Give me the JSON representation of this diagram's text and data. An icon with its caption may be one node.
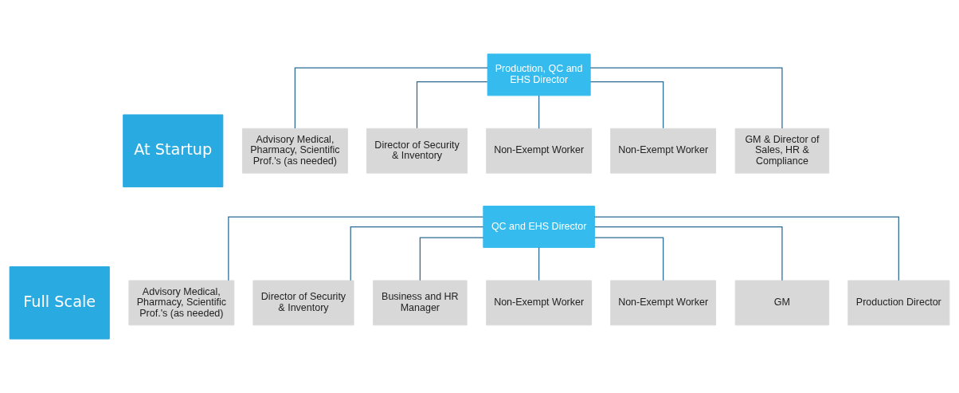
{
  "diagram": {
    "nodes": [
      {
        "text": [
          "At Startup"
        ]
      },
      {
        "text": [
          "Production, QC and EHS Director"
        ]
      },
      {
        "text": [
          "Advisory Medical, Pharmacy, Scientific Prof.'s (as needed)"
        ]
      },
      {
        "text": [
          "Director of Security & Inventory"
        ]
      },
      {
        "text": [
          "Non-Exempt Worker"
        ]
      },
      {
        "text": [
          "Non-Exempt Worker"
        ]
      },
      {
        "text": [
          "GM & Director of Sales, HR & Compliance"
        ]
      },
      {
        "text": [
          "Full Scale"
        ]
      },
      {
        "text": [
          "QC and EHS Director"
        ]
      },
      {
        "text": [
          "Advisory Medical, Pharmacy, Scientific Prof.'s (as needed)"
        ]
      },
      {
        "text": [
          "Director of Security & Inventory"
        ]
      },
      {
        "text": [
          "Business and HR Manager"
        ]
      },
      {
        "text": [
          "Non-Exempt Worker"
        ]
      },
      {
        "text": [
          "Non-Exempt Worker"
        ]
      },
      {
        "text": [
          "GM"
        ]
      },
      {
        "text": [
          "Production Director"
        ]
      }
    ],
    "edges": [
      {
        "from": 1,
        "to": 2,
        "arrow": "none"
      },
      {
        "from": 1,
        "to": 3,
        "arrow": "none"
      },
      {
        "from": 1,
        "to": 4,
        "arrow": "none"
      },
      {
        "from": 1,
        "to": 5,
        "arrow": "none"
      },
      {
        "from": 1,
        "to": 6,
        "arrow": "none"
      },
      {
        "from": 8,
        "to": 9,
        "arrow": "none"
      },
      {
        "from": 8,
        "to": 10,
        "arrow": "none"
      },
      {
        "from": 8,
        "to": 11,
        "arrow": "none"
      },
      {
        "from": 8,
        "to": 12,
        "arrow": "none"
      },
      {
        "from": 8,
        "to": 13,
        "arrow": "none"
      },
      {
        "from": 8,
        "to": 14,
        "arrow": "none"
      },
      {
        "from": 8,
        "to": 15,
        "arrow": "none"
      }
    ]
  }
}
